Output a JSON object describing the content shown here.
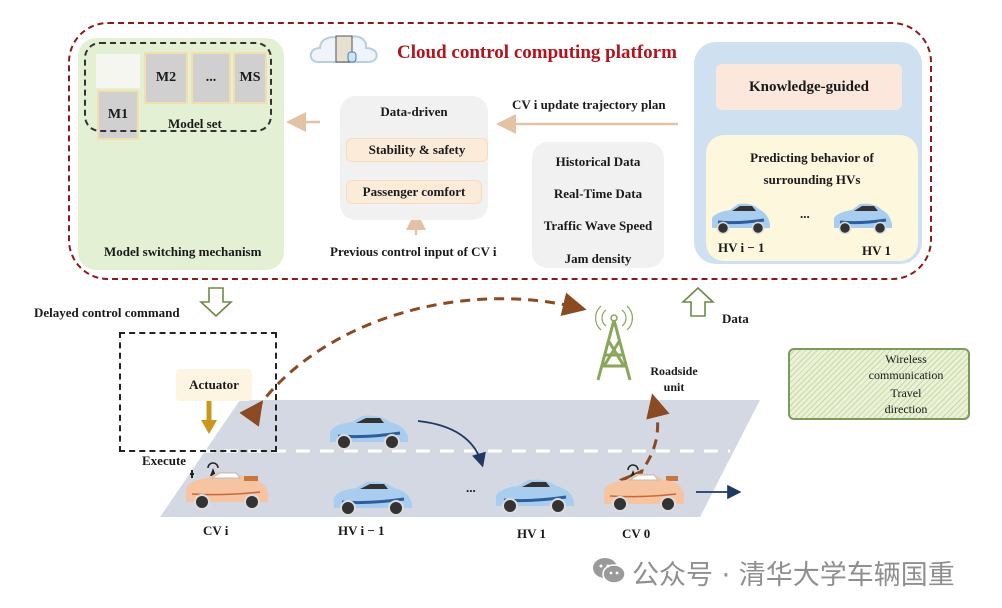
{
  "platform": {
    "title": "Cloud control computing platform",
    "title_color": "#b3141c",
    "border_color": "#8b1a1a",
    "icon": "cloud-server-icon"
  },
  "model_set": {
    "label": "Model set",
    "models": [
      "M1",
      "M2",
      "...",
      "MS"
    ],
    "switch_label": "Model switching mechanism"
  },
  "data_driven": {
    "title": "Data-driven",
    "items": [
      "Stability & safety",
      "Passenger comfort"
    ],
    "input_label": "Previous control input of CV i"
  },
  "trajectory": {
    "label": "CV i update trajectory plan"
  },
  "data_sources": {
    "items": [
      "Historical Data",
      "Real-Time Data",
      "Traffic Wave Speed",
      "Jam density"
    ]
  },
  "knowledge": {
    "title": "Knowledge-guided",
    "predict_line1": "Predicting behavior of",
    "predict_line2": "surrounding HVs",
    "cars": [
      "HV i − 1",
      "HV 1"
    ],
    "ellipsis": "..."
  },
  "flow": {
    "delayed_label": "Delayed control command",
    "data_label": "Data",
    "roadside_line1": "Roadside",
    "roadside_line2": "unit",
    "actuator_label": "Actuator",
    "execute_label": "Execute"
  },
  "road": {
    "vehicles": [
      {
        "label": "CV i",
        "type": "connected",
        "color": "#f7c4a2"
      },
      {
        "label": "HV i − 1",
        "type": "human",
        "color": "#a9cdee"
      },
      {
        "label": "HV 1",
        "type": "human",
        "color": "#a9cdee"
      },
      {
        "label": "CV 0",
        "type": "connected",
        "color": "#f7c4a2"
      }
    ],
    "ellipsis": "..."
  },
  "legend": {
    "wireless_line1": "Wireless",
    "wireless_line2": "communication",
    "travel_line1": "Travel",
    "travel_line2": "direction",
    "wireless_color": "#8a4a22",
    "travel_color": "#1f3864"
  },
  "watermark": {
    "text": "公众号 · 清华大学车辆国重",
    "icon": "wechat-icon"
  }
}
